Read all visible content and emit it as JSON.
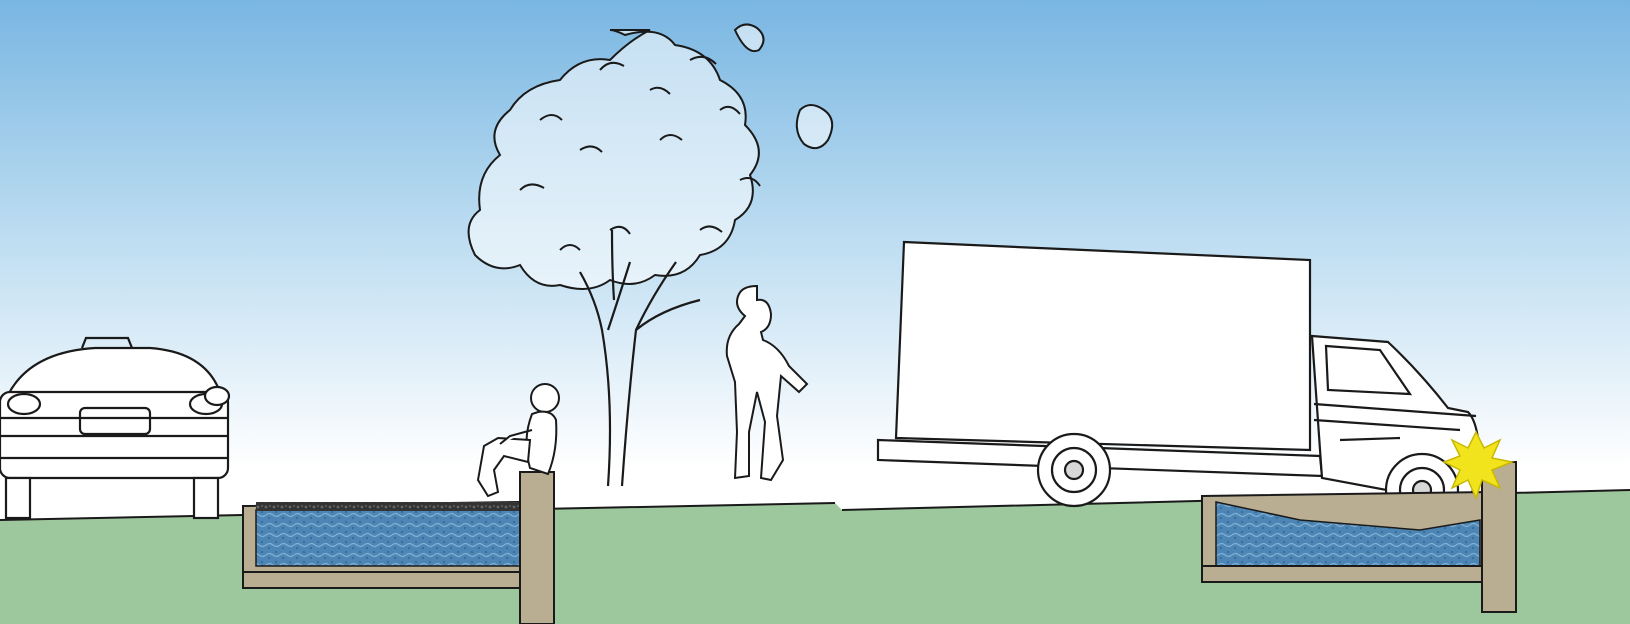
{
  "scene": {
    "elements": [
      "sky",
      "ground",
      "parked-car",
      "seated-person",
      "tree",
      "walking-person",
      "box-truck",
      "left-planter-basin",
      "right-planter-basin",
      "impact-burst"
    ]
  },
  "colors": {
    "sky_top": "#79b6e2",
    "sky_bottom": "#ffffff",
    "ground": "#9dc79d",
    "water": "#4d86b4",
    "concrete": "#b9ad92",
    "outline": "#1a1a1a",
    "impact": "#f2e41c"
  }
}
